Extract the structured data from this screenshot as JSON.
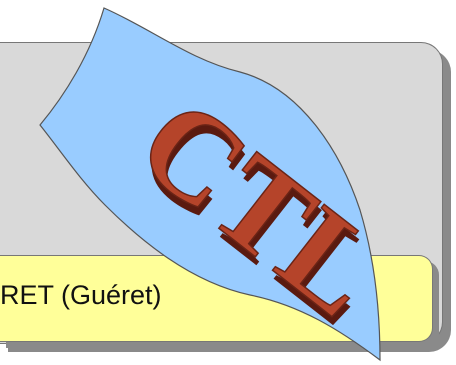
{
  "slide": {
    "caption": "RET (Guéret)"
  },
  "logo": {
    "text": "CTL",
    "icon": "ctl-flag-logo"
  },
  "colors": {
    "panel_grey": "#d9d9d9",
    "caption_box": "#ffff99",
    "flag_blue": "#99ccff",
    "letter_red": "#b5442a",
    "letter_shadow": "#5a1a10"
  }
}
